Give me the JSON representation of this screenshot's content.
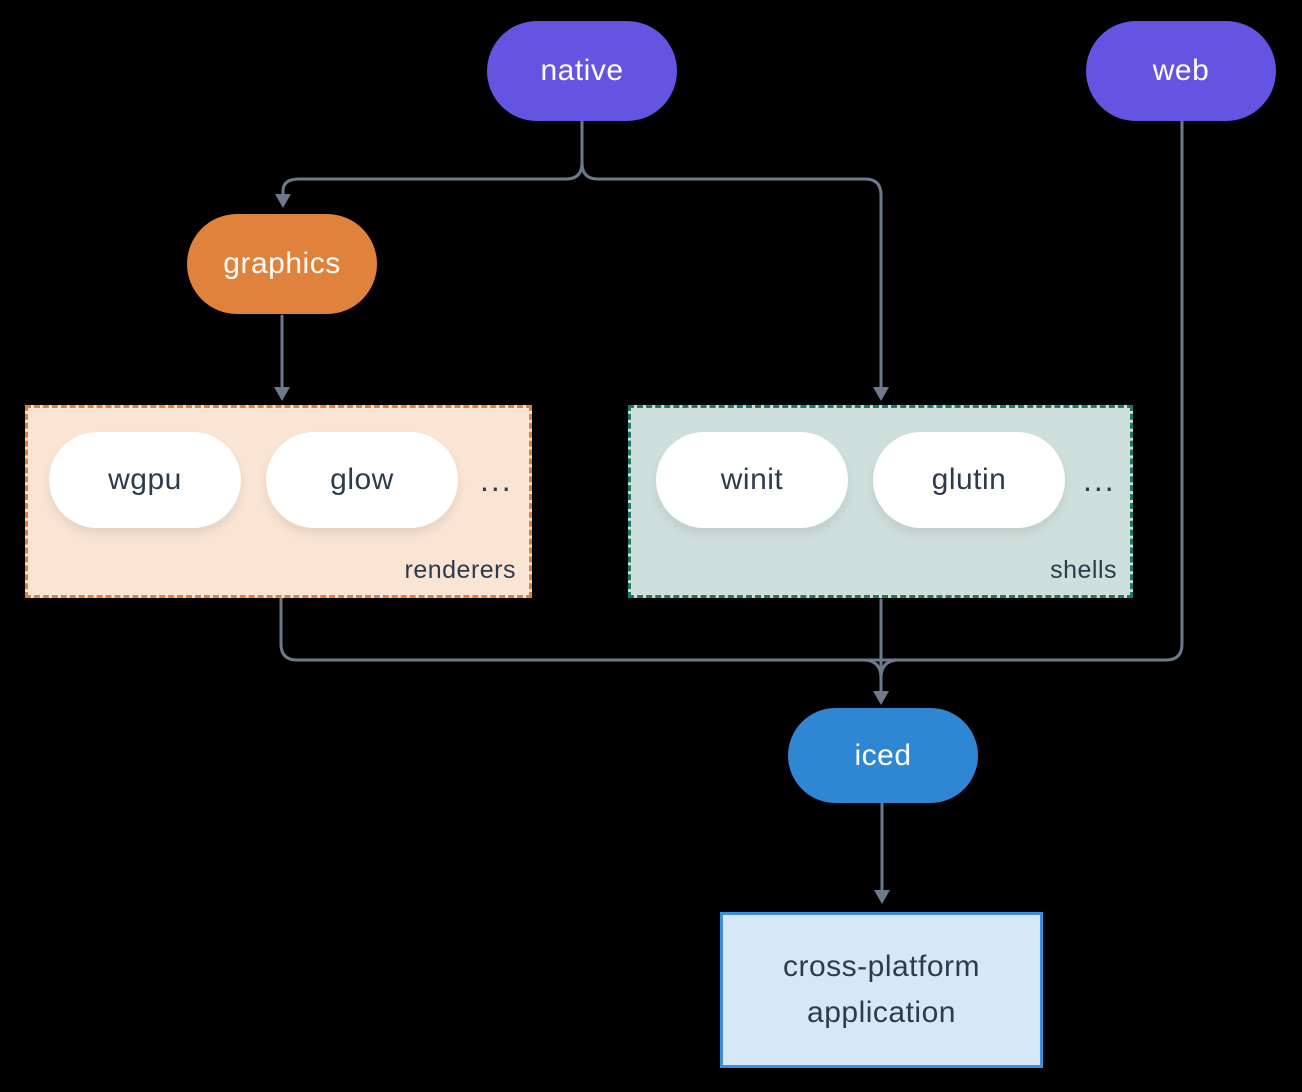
{
  "colors": {
    "background": "#000000",
    "connector": "#6d7a8c",
    "node_purple": "#6355e2",
    "node_orange": "#e0823c",
    "node_blue": "#2f86d3",
    "group_renderers_bg": "#fae4d3",
    "group_renderers_border": "#e0823c",
    "group_shells_bg": "#cfdfdb",
    "group_shells_border": "#1e7a68",
    "app_box_bg": "#d6e8f7",
    "app_box_border": "#3d8fd9",
    "text_dark": "#2d3b4c",
    "text_light": "#ffffff"
  },
  "nodes": {
    "native": {
      "label": "native",
      "color": "#6355e2"
    },
    "web": {
      "label": "web",
      "color": "#6355e2"
    },
    "graphics": {
      "label": "graphics",
      "color": "#e0823c"
    },
    "iced": {
      "label": "iced",
      "color": "#2f86d3"
    },
    "application": {
      "line1": "cross-platform",
      "line2": "application"
    }
  },
  "groups": {
    "renderers": {
      "label": "renderers",
      "ellipsis": "...",
      "pills": [
        "wgpu",
        "glow"
      ]
    },
    "shells": {
      "label": "shells",
      "ellipsis": "...",
      "pills": [
        "winit",
        "glutin"
      ]
    }
  },
  "edges": [
    {
      "from": "native",
      "to": "graphics"
    },
    {
      "from": "native",
      "to": "shells"
    },
    {
      "from": "graphics",
      "to": "renderers"
    },
    {
      "from": "renderers",
      "to": "iced"
    },
    {
      "from": "shells",
      "to": "iced"
    },
    {
      "from": "web",
      "to": "iced"
    },
    {
      "from": "iced",
      "to": "application"
    }
  ]
}
